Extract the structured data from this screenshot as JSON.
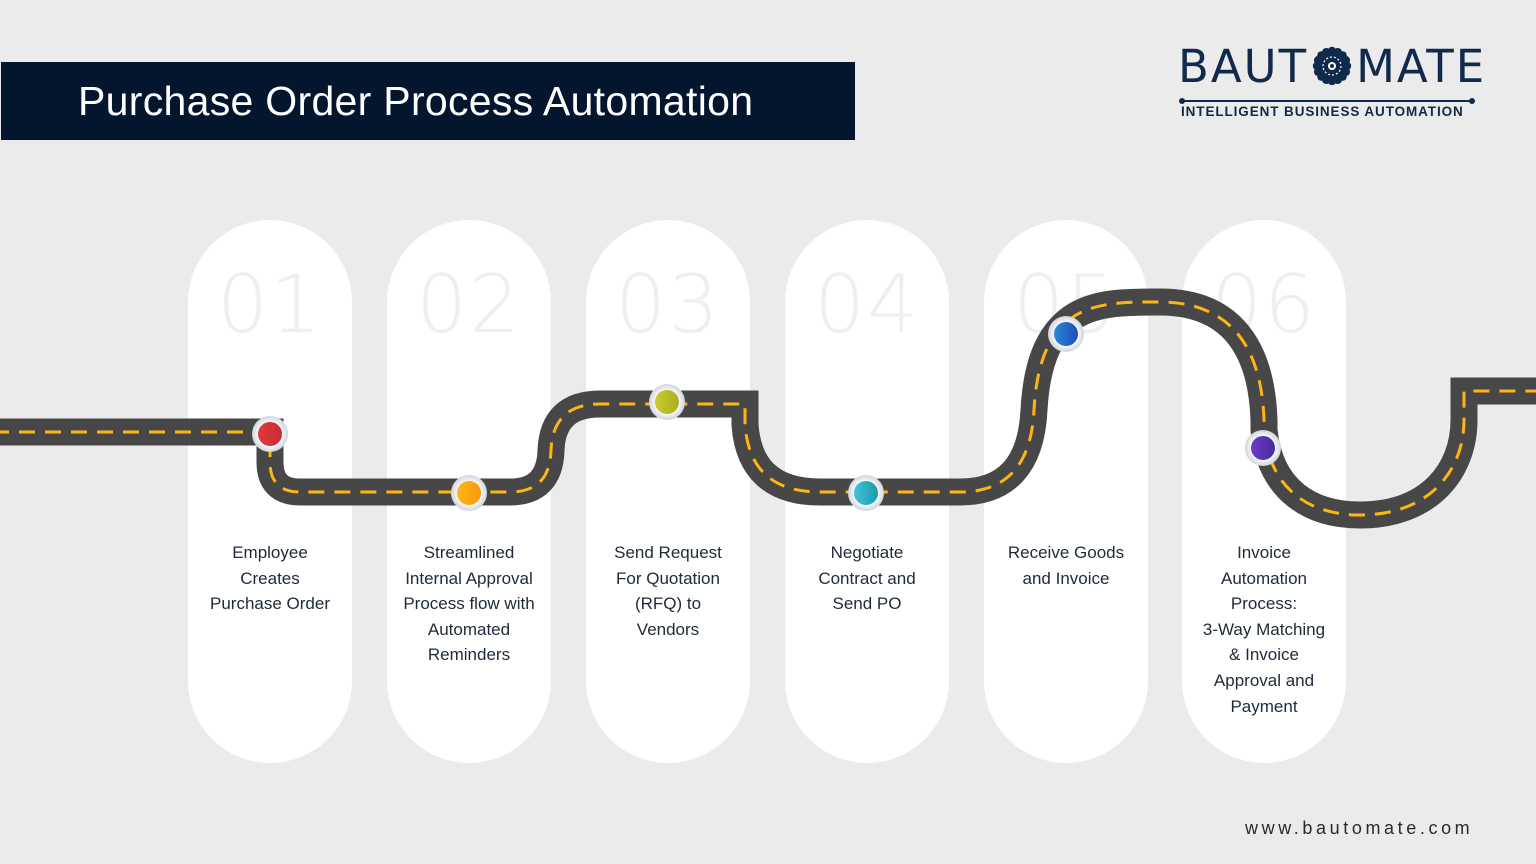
{
  "header": {
    "title": "Purchase Order Process Automation"
  },
  "logo": {
    "brand_left": "BAUT",
    "brand_icon": "gear-mandala-icon",
    "brand_right": "MATE",
    "tagline": "INTELLIGENT BUSINESS AUTOMATION"
  },
  "steps": [
    {
      "number": "01",
      "lines": [
        "Employee",
        "Creates",
        "Purchase Order"
      ],
      "node_color": "#e03a3a",
      "node_color_dark": "#c62c36"
    },
    {
      "number": "02",
      "lines": [
        "Streamlined",
        "Internal Approval",
        "Process flow with",
        "Automated",
        "Reminders"
      ],
      "node_color": "#ffb619",
      "node_color_dark": "#f59a0c"
    },
    {
      "number": "03",
      "lines": [
        "Send Request",
        "For Quotation",
        "(RFQ) to",
        "Vendors"
      ],
      "node_color": "#c8cc2e",
      "node_color_dark": "#a9b020"
    },
    {
      "number": "04",
      "lines": [
        "Negotiate",
        "Contract and",
        "Send PO"
      ],
      "node_color": "#3fc3d6",
      "node_color_dark": "#1d9aae"
    },
    {
      "number": "05",
      "lines": [
        "Receive Goods",
        "and Invoice"
      ],
      "node_color": "#2a86e0",
      "node_color_dark": "#1f4fb0"
    },
    {
      "number": "06",
      "lines": [
        "Invoice",
        "Automation",
        "Process:",
        "3-Way Matching",
        "& Invoice",
        "Approval and",
        "Payment"
      ],
      "node_color": "#6a3bc4",
      "node_color_dark": "#4a2a9e"
    }
  ],
  "road": {
    "asphalt_color": "#474747",
    "stripe_color": "#fdb515"
  },
  "footer": {
    "url": "www.bautomate.com"
  }
}
